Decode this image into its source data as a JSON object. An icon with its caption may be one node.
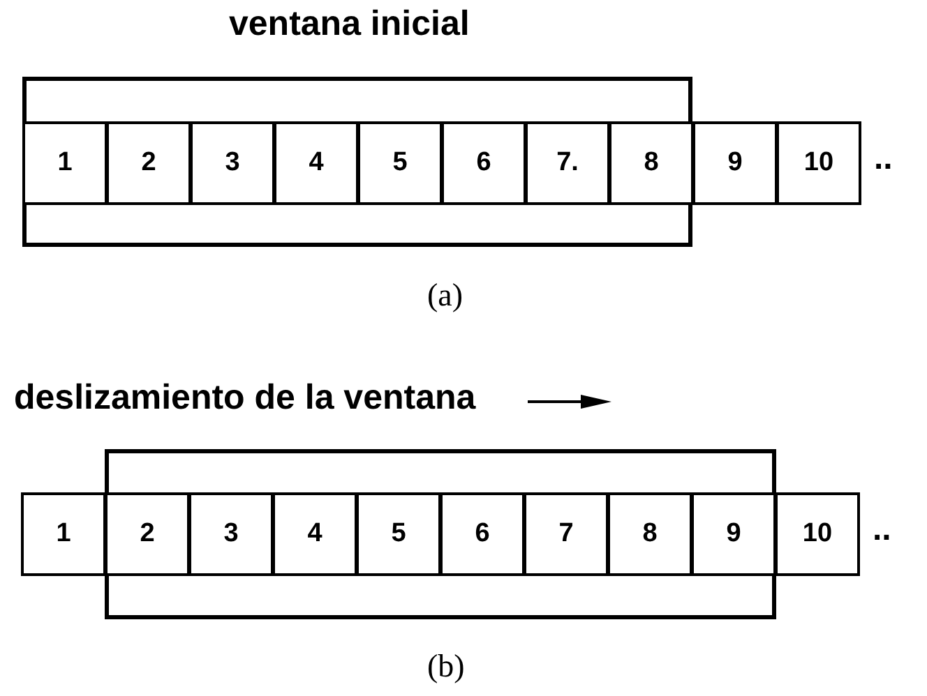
{
  "diagram": {
    "nodes": [
      {
        "text": [],
        "shape": "box"
      },
      {
        "text": [
          "1"
        ],
        "in": 0
      },
      {
        "text": [
          "2"
        ],
        "in": 0
      },
      {
        "text": [
          "3"
        ],
        "in": 0
      },
      {
        "text": [
          "4"
        ],
        "in": 0
      },
      {
        "text": [
          "5"
        ],
        "in": 0
      },
      {
        "text": [
          "6"
        ],
        "in": 0
      },
      {
        "text": [
          "7."
        ],
        "in": 0
      },
      {
        "text": [
          "8"
        ],
        "in": 0
      },
      {
        "text": [
          "9"
        ]
      },
      {
        "text": [
          "10"
        ],
        "beside": [
          ".."
        ]
      },
      {
        "text": [],
        "shape": "box"
      },
      {
        "text": [
          "1"
        ]
      },
      {
        "text": [
          "2"
        ],
        "in": 11
      },
      {
        "text": [
          "3"
        ],
        "in": 11
      },
      {
        "text": [
          "4"
        ],
        "in": 11
      },
      {
        "text": [
          "5"
        ],
        "in": 11
      },
      {
        "text": [
          "6"
        ],
        "in": 11
      },
      {
        "text": [
          "7"
        ],
        "in": 11
      },
      {
        "text": [
          "8"
        ],
        "in": 11
      },
      {
        "text": [
          "9"
        ],
        "in": 11
      },
      {
        "text": [
          "10"
        ],
        "beside": [
          ".."
        ]
      }
    ],
    "labels": [
      "ventana inicial",
      "(a)",
      "deslizamiento de la ventana",
      "(b)"
    ]
  }
}
